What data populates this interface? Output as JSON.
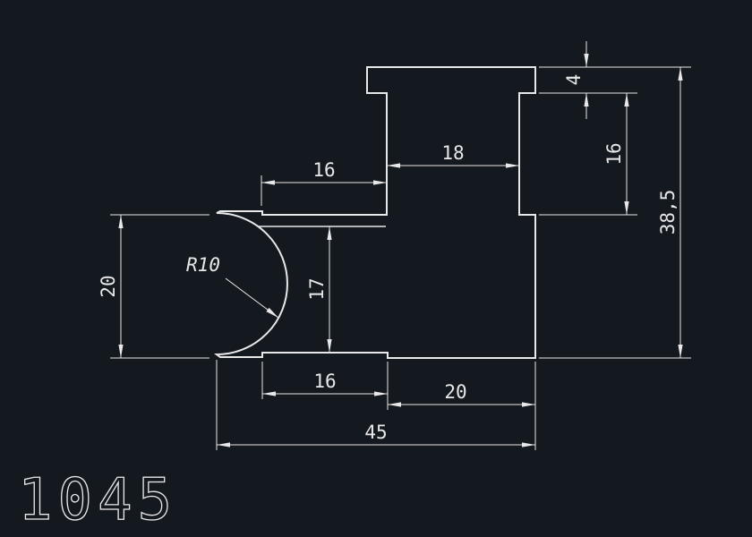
{
  "app": {
    "background_color": "#141920",
    "line_color": "#e8e8e8"
  },
  "drawing": {
    "part_number": "1045",
    "dimensions": {
      "top_flange_width": "16",
      "stem_width": "18",
      "cap_thickness": "4",
      "right_recess_height": "16",
      "overall_height": "38,5",
      "left_height": "20",
      "groove_radius": "R10",
      "cavity_height": "17",
      "bottom_left_width": "16",
      "bottom_right_width": "20",
      "overall_width": "45"
    }
  }
}
